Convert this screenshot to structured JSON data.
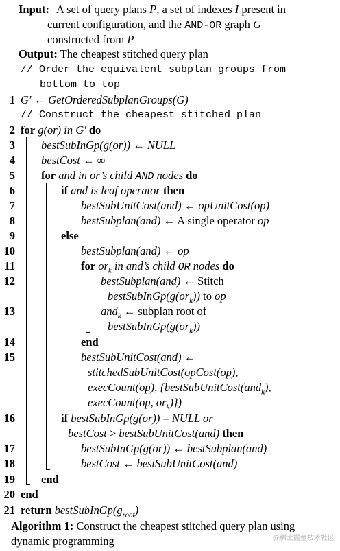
{
  "header": {
    "input_label": "Input:",
    "input_line1": "A set of query plans P, a set of indexes I present in",
    "input_line2": "current configuration, and the AND-OR graph G",
    "input_line3": "constructed from P",
    "output_label": "Output:",
    "output_text": "The cheapest stitched query plan",
    "comment1a": "// Order the equivalent subplan groups from",
    "comment1b": "bottom to top"
  },
  "lines": [
    {
      "n": "1",
      "t": "G′ ← GetOrderedSubplanGroups(G)"
    },
    {
      "n": "",
      "t": "// Construct the cheapest stitched plan"
    },
    {
      "n": "2",
      "t": "for g(or) in G′ do"
    },
    {
      "n": "3",
      "t": "bestSubInGp(g(or)) ← NULL"
    },
    {
      "n": "4",
      "t": "bestCost ← ∞"
    },
    {
      "n": "5",
      "t": "for and in or’s child AND nodes do"
    },
    {
      "n": "6",
      "t": "if and is leaf operator then"
    },
    {
      "n": "7",
      "t": "bestSubUnitCost(and) ← opUnitCost(op)"
    },
    {
      "n": "8",
      "t": "bestSubplan(and) ← A single operator op"
    },
    {
      "n": "9",
      "t": "else"
    },
    {
      "n": "10",
      "t": "bestSubplan(and) ← op"
    },
    {
      "n": "11",
      "t": "for or_k in and’s child OR nodes do"
    },
    {
      "n": "12",
      "t": "bestSubplan(and) ← Stitch"
    },
    {
      "n": "",
      "t": "bestSubInGp(g(or_k)) to op"
    },
    {
      "n": "13",
      "t": "and_k ← subplan root of"
    },
    {
      "n": "",
      "t": "bestSubInGp(g(or_k))"
    },
    {
      "n": "14",
      "t": "end"
    },
    {
      "n": "15",
      "t": "bestSubUnitCost(and) ←"
    },
    {
      "n": "",
      "t": "stitchedSubUnitCost(opCost(op),"
    },
    {
      "n": "",
      "t": "execCount(op), {bestSubUnitCost(and_k),"
    },
    {
      "n": "",
      "t": "execCount(op, or_k)})"
    },
    {
      "n": "16",
      "t": "if bestSubInGp(g(or)) = NULL or"
    },
    {
      "n": "",
      "t": "bestCost > bestSubUnitCost(and) then"
    },
    {
      "n": "17",
      "t": "bestSubInGp(g(or)) ← bestSubplan(and)"
    },
    {
      "n": "18",
      "t": "bestCost ← bestSubUnitCost(and)"
    },
    {
      "n": "19",
      "t": "end"
    },
    {
      "n": "20",
      "t": "end"
    },
    {
      "n": "21",
      "t": "return bestSubInGp(g_root)"
    }
  ],
  "caption": {
    "label": "Algorithm 1:",
    "line1": "Construct the cheapest stitched query plan using",
    "line2": "dynamic programming"
  },
  "watermark": "@稀土掘金技术社区"
}
